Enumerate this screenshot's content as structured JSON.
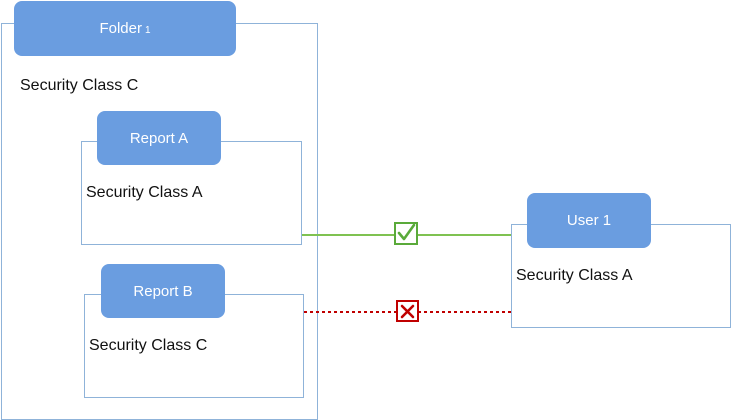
{
  "folder": {
    "title": "Folder",
    "title_sub": "1",
    "security_class": "Security Class C"
  },
  "report_a": {
    "title": "Report A",
    "security_class": "Security Class A"
  },
  "report_b": {
    "title": "Report B",
    "security_class": "Security Class C"
  },
  "user": {
    "title": "User 1",
    "security_class": "Security Class A"
  },
  "connections": [
    {
      "from": "report_a",
      "to": "user",
      "status": "allowed",
      "style": "solid",
      "color": "#7fc251",
      "icon": "check-icon"
    },
    {
      "from": "report_b",
      "to": "user",
      "status": "denied",
      "style": "dotted",
      "color": "#c00000",
      "icon": "cross-icon"
    }
  ]
}
